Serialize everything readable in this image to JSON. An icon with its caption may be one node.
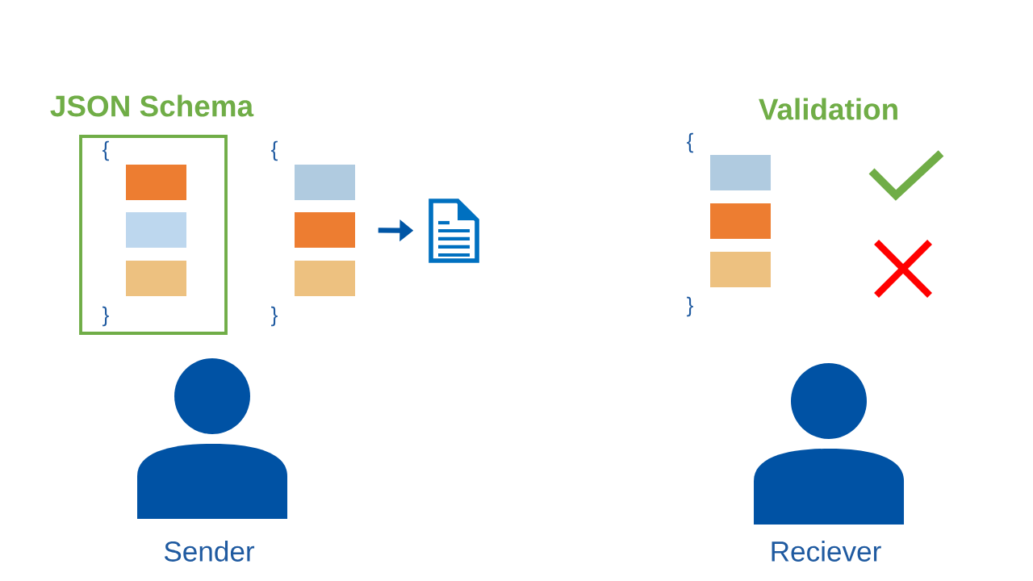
{
  "diagram": {
    "nodes": [
      {
        "text": [
          "JSON Schema"
        ]
      },
      {
        "text": [],
        "shape": "box",
        "in": 0
      },
      {
        "text": [],
        "shape": "box",
        "in": 0
      },
      {
        "text": [],
        "shape": "box",
        "in": 0
      },
      {
        "text": [],
        "shape": "box"
      },
      {
        "text": [],
        "shape": "box"
      },
      {
        "text": [],
        "shape": "box"
      },
      {
        "text": [],
        "shape": "picture"
      },
      {
        "text": [],
        "shape": "box"
      },
      {
        "text": [],
        "shape": "box"
      },
      {
        "text": [],
        "shape": "box"
      },
      {
        "text": [],
        "shape": "person",
        "beside": [
          "Sender"
        ]
      },
      {
        "text": [],
        "shape": "person",
        "beside": [
          "Reciever"
        ]
      }
    ],
    "edges": [
      {
        "from": 5,
        "to": 7,
        "arrow": "to"
      }
    ],
    "labels": [
      "{",
      "}",
      "{",
      "}",
      "Validation",
      "{",
      "}"
    ]
  }
}
